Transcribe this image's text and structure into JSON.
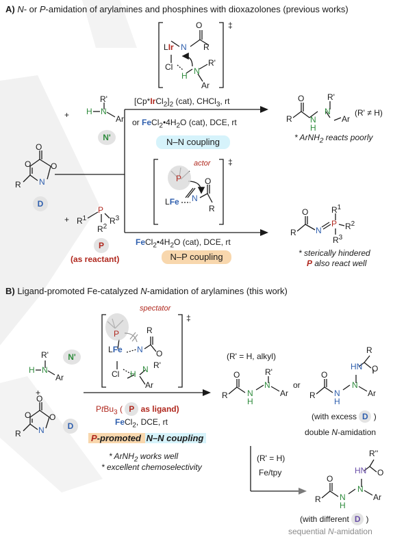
{
  "section_a": {
    "letter": "A)",
    "title_pre": " ",
    "title_n": "N",
    "title_mid": "- or ",
    "title_p": "P",
    "title_post": "-amidation of arylamines and phosphines with dioxazolones (previous works)"
  },
  "section_b": {
    "letter": "B)",
    "title_pre": "  Ligand-promoted Fe-catalyzed ",
    "title_n": "N",
    "title_post": "-amidation of arylamines (this work)"
  },
  "labels": {
    "N_prime": "N'",
    "D": "D",
    "P": "P",
    "as_reactant": "(as reactant)",
    "actor": "actor",
    "spectator": "spectator",
    "dagger": "‡",
    "plus": "+"
  },
  "conditions_a": {
    "ir_pre": "[Cp*",
    "ir_metal": "Ir",
    "ir_post": "Cl",
    "ir_sub": "2",
    "ir_sub2": "2",
    "ir_tail": " (cat), CHCl",
    "ir_sub3": "3",
    "ir_end": ", rt",
    "fe_pre": "or ",
    "fe_metal": "Fe",
    "fe_post": "Cl",
    "fe_sub": "2",
    "fe_tail": "•4H",
    "fe_sub2": "2",
    "fe_end": "O (cat), DCE, rt",
    "nn_coupling": "N–N coupling",
    "fe2_metal": "Fe",
    "fe2_post": "Cl",
    "fe2_sub": "2",
    "fe2_tail": "•4H",
    "fe2_sub2": "2",
    "fe2_end": "O (cat), DCE, rt",
    "np_coupling": "N–P coupling"
  },
  "notes_a": {
    "r_prime_ne_h": "(R' ≠ H)",
    "arnh2_poor": "* ArNH",
    "arnh2_poor_sub": "2",
    "arnh2_poor_end": " reacts poorly",
    "steric_1": "* sterically hindered",
    "steric_2_p": "P",
    "steric_2": " also react well"
  },
  "conditions_b": {
    "ligand_pre": "P",
    "ligand_t": "t",
    "ligand_bu": "Bu",
    "ligand_sub": "3",
    "ligand_open": " ( ",
    "ligand_p": "P",
    "ligand_end": " as ligand)",
    "fe_metal": "Fe",
    "fe_post": "Cl",
    "fe_sub": "2",
    "fe_end": ", DCE, rt",
    "badge_p": "P",
    "badge_promoted": "-promoted ",
    "badge_n": "N",
    "badge_end": "–N coupling",
    "note1_pre": "* ArNH",
    "note1_sub": "2",
    "note1_end": " works well",
    "note2": "* excellent chemoselectivity"
  },
  "products_b": {
    "r_prime_scope": "(R' = H, alkyl)",
    "or": "or",
    "excess_pre": "(with excess ",
    "excess_end": " )",
    "double_pre": "double ",
    "double_n": "N",
    "double_end": "-amidation",
    "cond2_1": "(R' = H)",
    "cond2_2": "Fe/tpy",
    "different_pre": "(with different ",
    "different_end": " )",
    "sequential_pre": "sequential ",
    "sequential_n": "N",
    "sequential_end": "-amidation"
  },
  "atoms": {
    "R": "R",
    "R1": "R",
    "Rp": "R'",
    "Rpp": "R''",
    "Ar": "Ar",
    "N": "N",
    "H": "H",
    "O": "O",
    "P": "P",
    "Cl": "Cl",
    "L": "L",
    "Ir": "Ir",
    "Fe": "Fe",
    "one": "1",
    "two": "2",
    "three": "3"
  },
  "colors": {
    "ir_red": "#b0281e",
    "fe_blue": "#2f5fae",
    "nh_green": "#2e8b3c",
    "nn_pill": "#d6f3fb",
    "np_pill": "#f8d7ad",
    "badge_p_bg": "#f8d7ad",
    "badge_n_bg": "#d6f3fb",
    "circle_grey": "#e3e3e3"
  }
}
